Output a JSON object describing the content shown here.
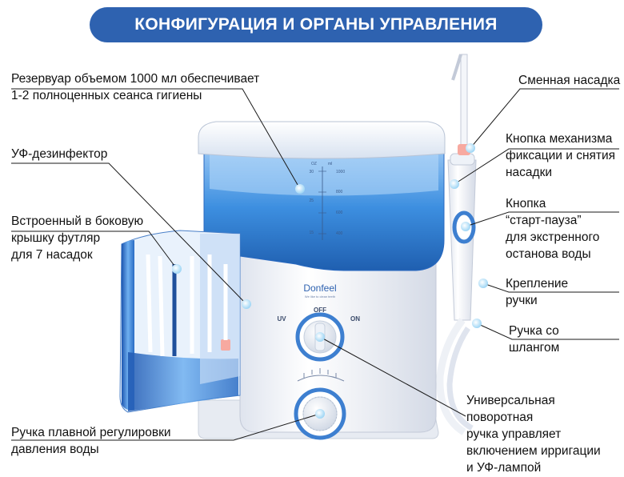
{
  "title": "КОНФИГУРАЦИЯ И ОРГАНЫ УПРАВЛЕНИЯ",
  "labels": {
    "reservoir": "Резервуар объемом 1000 мл обеспечивает\n1-2 полноценных сеанса гигиены",
    "uv": "УФ-дезинфектор",
    "case": "Встроенный в боковую\nкрышку футляр\nдля 7 насадок",
    "pressure": "Ручка плавной регулировки\nдавления воды",
    "nozzle": "Сменная насадка",
    "release": "Кнопка  механизма\nфиксации и снятия\nнасадки",
    "start": "Кнопка\n“старт-пауза”\nдля экстренного\nостанова воды",
    "mount": "Крепление\nручки",
    "handle": "Ручка со\nшлангом",
    "dial": "Универсальная поворотная\nручка управляет\nвключением ирригации\nи УФ-лампой"
  },
  "device": {
    "brand": "Donfeel",
    "tagline": "We like to clean teeth",
    "dial_off": "OFF",
    "dial_uv": "UV",
    "dial_on": "ON",
    "scale_oz": "OZ",
    "scale_ml": "ml",
    "scale_30": "30",
    "scale_25": "25",
    "scale_15": "15",
    "scale_1000": "1000",
    "scale_800": "800",
    "scale_600": "600",
    "scale_400": "400"
  },
  "colors": {
    "banner": "#2e62b0",
    "accent": "#2e62b0",
    "reservoir": "#3d8fe0"
  }
}
